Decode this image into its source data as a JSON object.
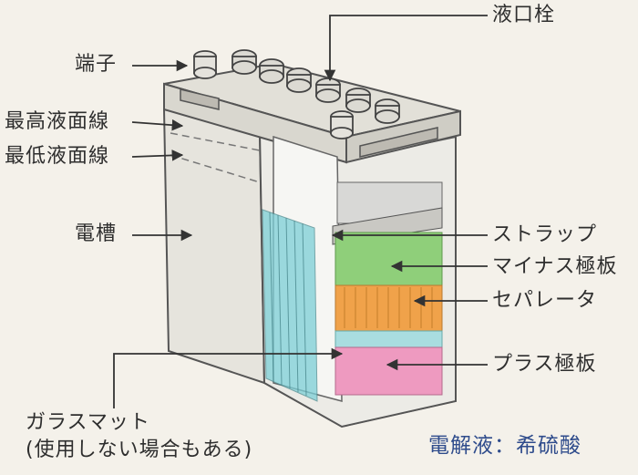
{
  "labels": {
    "terminal": "端子",
    "max_level": "最高液面線",
    "min_level": "最低液面線",
    "case": "電槽",
    "glass_mat_1": "ガラスマット",
    "glass_mat_2": "(使用しない場合もある)",
    "vent_plug": "液口栓",
    "strap": "ストラップ",
    "negative_plate": "マイナス極板",
    "separator": "セパレータ",
    "positive_plate": "プラス極板",
    "electrolyte": "電解液：希硫酸"
  },
  "colors": {
    "negative_plate": "#8fcf7a",
    "separator": "#f0a24a",
    "positive_plate": "#ee9ac0",
    "glass_mat": "#7ccfd6",
    "electrolyte_text": "#2f4c8c"
  }
}
